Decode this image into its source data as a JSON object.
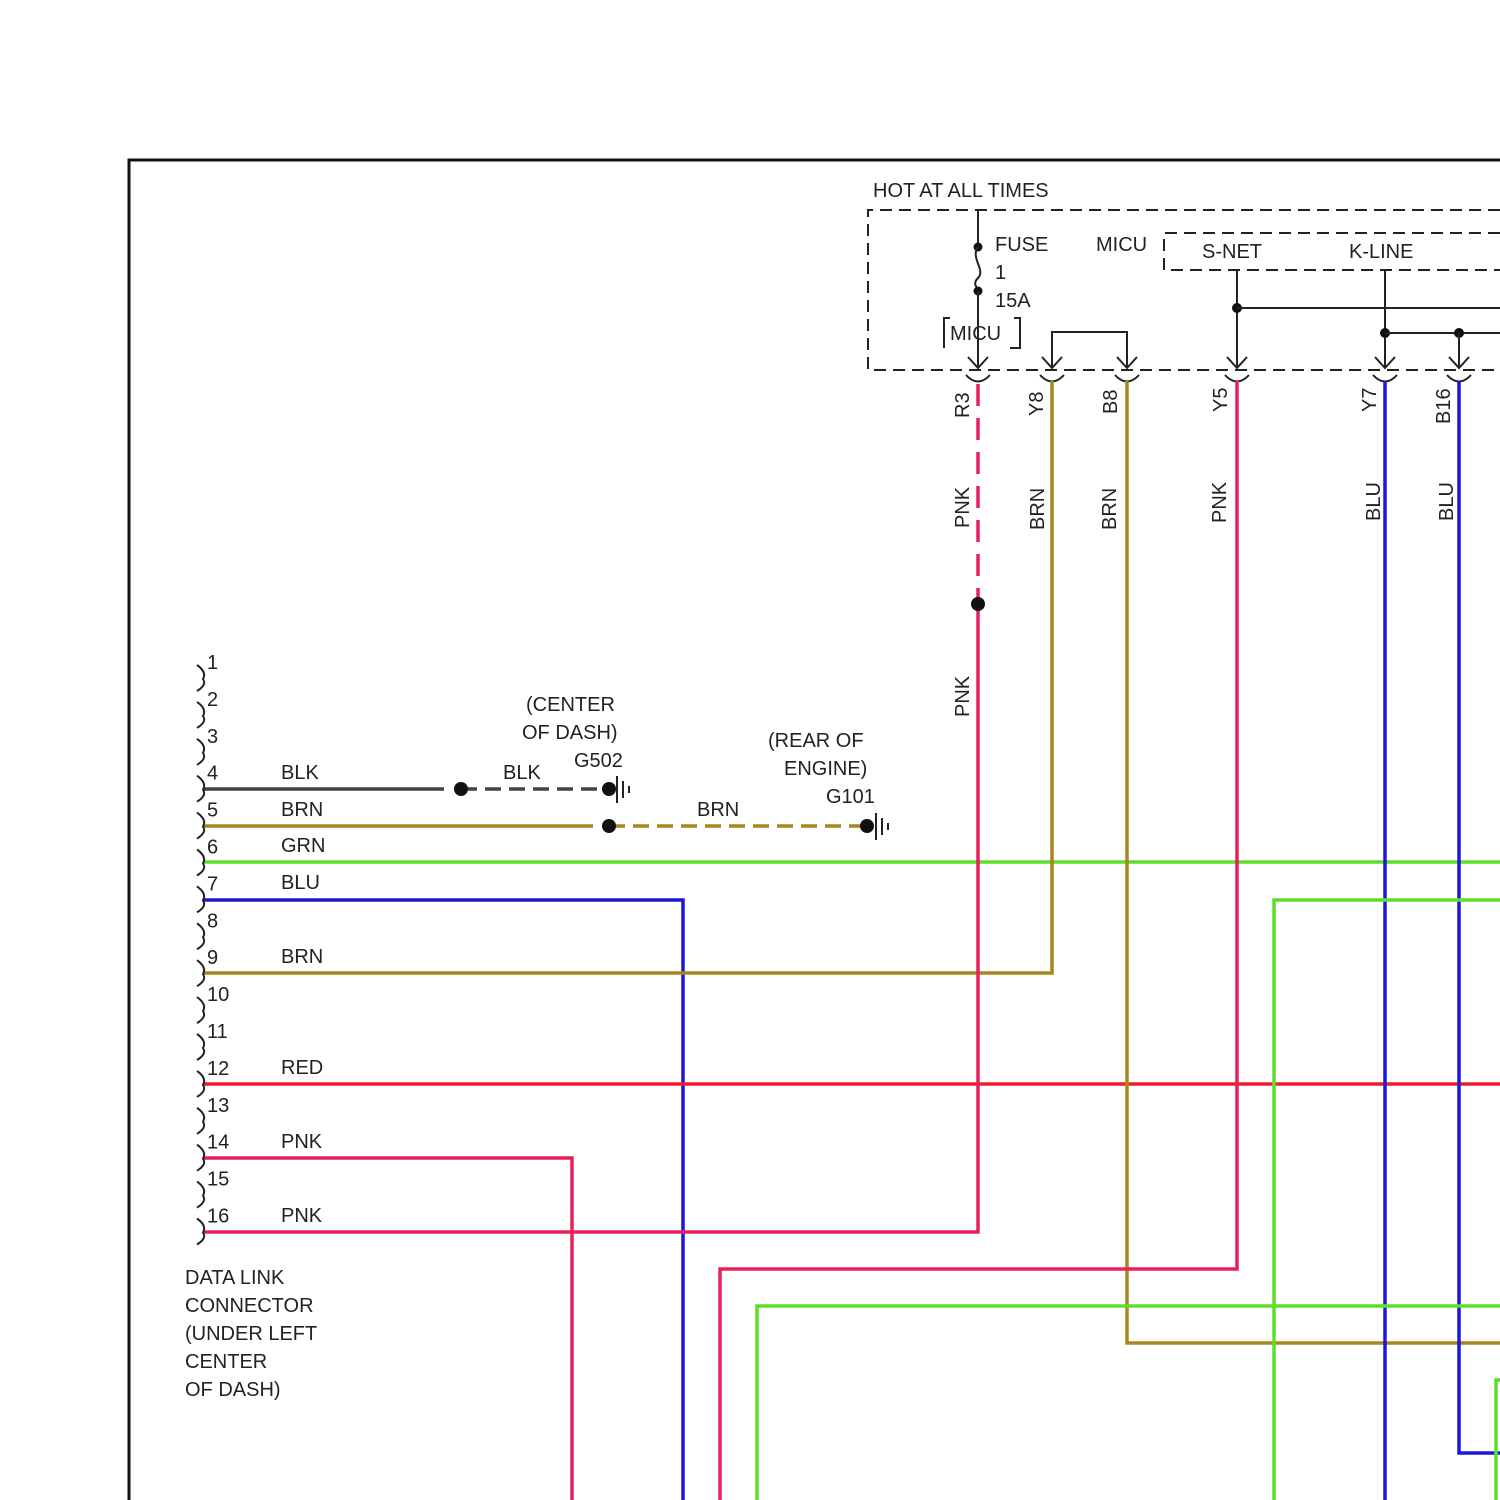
{
  "colors": {
    "frame": "#111111",
    "text": "#222222",
    "blk": "#444444",
    "brn": "#a8861e",
    "grn": "#5fdd2a",
    "blu": "#1a1ad6",
    "red": "#ee1c2e",
    "pnk": "#e8205a"
  },
  "header": {
    "power_label": "HOT AT ALL TIMES",
    "fuse_label": "FUSE",
    "fuse_number": "1",
    "fuse_rating": "15A",
    "micu_label": "MICU",
    "micu_inner_label": "MICU",
    "snet_label": "S-NET",
    "kline_label": "K-LINE"
  },
  "terminals": {
    "r3": "R3",
    "y8": "Y8",
    "b8": "B8",
    "y5": "Y5",
    "y7": "Y7",
    "b16": "B16"
  },
  "vertical_wire_labels": {
    "r3_upper": "PNK",
    "r3_lower": "PNK",
    "y8": "BRN",
    "b8": "BRN",
    "y5": "PNK",
    "y7": "BLU",
    "b16": "BLU"
  },
  "dlc": {
    "pins": [
      "1",
      "2",
      "3",
      "4",
      "5",
      "6",
      "7",
      "8",
      "9",
      "10",
      "11",
      "12",
      "13",
      "14",
      "15",
      "16"
    ],
    "wire_labels": {
      "pin4": "BLK",
      "pin5": "BRN",
      "pin6": "GRN",
      "pin7": "BLU",
      "pin9": "BRN",
      "pin12": "RED",
      "pin14": "PNK",
      "pin16": "PNK"
    },
    "caption": [
      "DATA LINK",
      "CONNECTOR",
      "(UNDER LEFT",
      "CENTER",
      "OF DASH)"
    ]
  },
  "grounds": {
    "g502": {
      "loc1": "(CENTER",
      "loc2": "OF DASH)",
      "id": "G502",
      "wire": "BLK"
    },
    "g101": {
      "loc1": "(REAR OF",
      "loc2": "ENGINE)",
      "id": "G101",
      "wire": "BRN"
    }
  }
}
